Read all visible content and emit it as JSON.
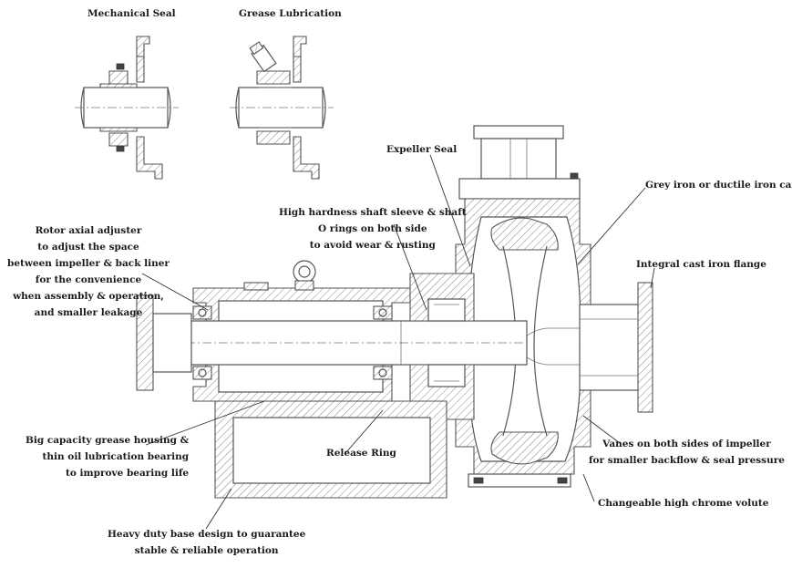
{
  "labels": {
    "mechanical_seal": "Mechanical Seal",
    "grease_lubrication": "Grease Lubrication",
    "expeller_seal": "Expeller Seal",
    "grey_iron": "Grey iron or ductile iron casing",
    "shaft_sleeve": [
      "High hardness shaft sleeve & shaft",
      "O rings on both side",
      "to avoid wear & rusting"
    ],
    "rotor_adjuster": [
      "Rotor axial adjuster",
      "to adjust the space",
      "between impeller & back liner",
      "for the convenience",
      "when assembly & operation,",
      "and smaller leakage"
    ],
    "integral_flange": "Integral cast iron flange",
    "grease_housing": [
      "Big capacity grease housing &",
      "thin oil lubrication bearing",
      "to improve bearing life"
    ],
    "release_ring": "Release Ring",
    "vanes": [
      "Vanes on both sides of impeller",
      "for smaller backflow & seal pressure"
    ],
    "volute": "Changeable high chrome volute",
    "base": [
      "Heavy duty base design to guarantee",
      "stable & reliable operation"
    ]
  }
}
